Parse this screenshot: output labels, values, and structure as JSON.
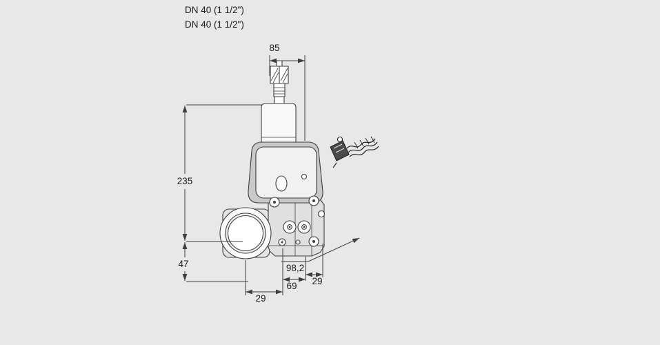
{
  "colors": {
    "background": "#e8e8e8",
    "line": "#3d3d3d",
    "text": "#1c1c1c"
  },
  "labels": {
    "dn_top": "DN 40 (1 1/2\")",
    "dn_bottom": "DN 40 (1 1/2\")"
  },
  "dimensions": {
    "top_width": "85",
    "left_height": "235",
    "left_lower_height": "47",
    "diagonal_depth": "98,2",
    "bottom_right_offset": "29",
    "bottom_mid_width": "69",
    "bottom_left_offset": "29"
  }
}
